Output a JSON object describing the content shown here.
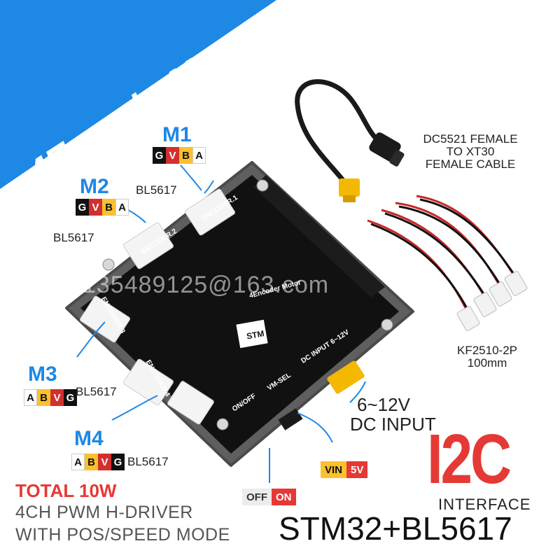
{
  "banner": {
    "title": "4EncoderMotor",
    "color": "#1e88e5"
  },
  "motors": [
    {
      "name": "M1",
      "wires": [
        "G",
        "V",
        "B",
        "A"
      ],
      "chip": "BL5617"
    },
    {
      "name": "M2",
      "wires": [
        "G",
        "V",
        "B",
        "A"
      ],
      "chip": "BL5617"
    },
    {
      "name": "M3",
      "wires": [
        "A",
        "B",
        "V",
        "G"
      ],
      "chip": "BL5617"
    },
    {
      "name": "M4",
      "wires": [
        "A",
        "B",
        "V",
        "G"
      ],
      "chip": "BL5617"
    }
  ],
  "cable_label": [
    "DC5521 FEMALE",
    "TO XT30",
    "FEMALE CABLE"
  ],
  "connector_label": [
    "KF2510-2P",
    "100mm"
  ],
  "dc_input": [
    "6~12V",
    "DC INPUT"
  ],
  "switch_power": {
    "off": "OFF",
    "on": "ON"
  },
  "switch_vin": {
    "vin": "VIN",
    "v5": "5V"
  },
  "summary": {
    "total": "TOTAL 10W",
    "line1": "4CH PWM H-DRIVER",
    "line2": "WITH POS/SPEED MODE"
  },
  "badge": {
    "protocol": "I2C",
    "interface": "INTERFACE",
    "chips": "STM32+BL5617"
  },
  "board": {
    "encoder1": "ENCODER.1",
    "encoder2": "ENCODER.2",
    "encoder3": "ENCODER.3",
    "encoder4": "ENCODER.4",
    "mcu": "STM 32",
    "model": "4Encoder Motor",
    "dc_input": "DC INPUT 6~12V",
    "vm_sel": "VM-SEL",
    "on_off": "ON/OFF"
  },
  "watermark": "z135489125@163.com",
  "colors": {
    "accent": "#1e88e5",
    "red": "#e53935",
    "pcb": "#111111",
    "case": "#5f5f5f"
  }
}
